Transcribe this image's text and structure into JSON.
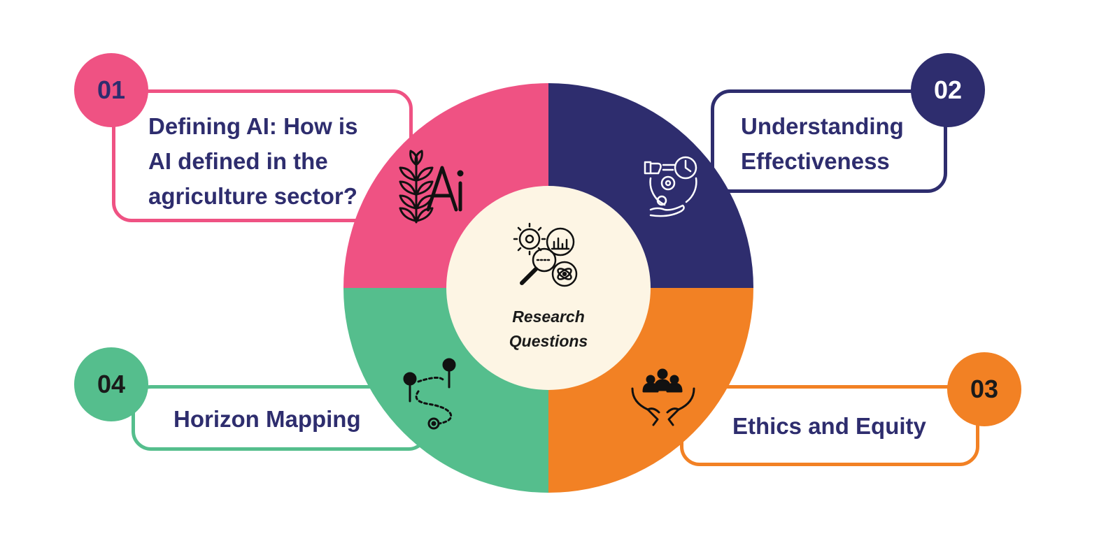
{
  "center": {
    "title_line1": "Research",
    "title_line2": "Questions"
  },
  "items": [
    {
      "number": "01",
      "lines": [
        "Defining AI: How is",
        "AI defined in the",
        "agriculture sector?"
      ],
      "color": "#ef5283"
    },
    {
      "number": "02",
      "lines": [
        "Understanding",
        "Effectiveness"
      ],
      "color": "#2e2d6e"
    },
    {
      "number": "03",
      "lines": [
        "Ethics and Equity"
      ],
      "color": "#f28124"
    },
    {
      "number": "04",
      "lines": [
        "Horizon Mapping"
      ],
      "color": "#55be8d"
    }
  ],
  "colors": {
    "text": "#2e2d6e",
    "center_fill": "#fdf5e4",
    "icon": "#111111"
  },
  "icons": [
    "wheat-ai-icon",
    "productivity-gear-clock-icon",
    "people-hands-icon",
    "map-pins-route-icon",
    "research-magnifier-gear-chart-icon"
  ]
}
